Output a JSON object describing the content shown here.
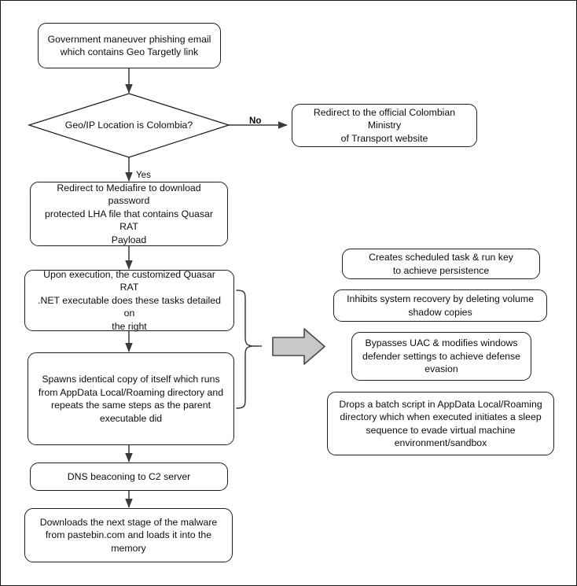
{
  "diagram": {
    "title": "Quasar RAT phishing infection chain flowchart",
    "type": "flowchart",
    "background_color": "#ffffff",
    "border_color": "#1a1a1a",
    "node_border_color": "#1f1f1f",
    "connector_color": "#3b3b3b",
    "block_arrow_fill": "#c8c8c8",
    "block_arrow_stroke": "#4a4a4a"
  },
  "nodes": {
    "phishing_email": "Government maneuver phishing email\nwhich contains Geo Targetly link",
    "geo_decision": "Geo/IP Location is Colombia?",
    "ministry_redirect": "Redirect to the official Colombian Ministry\nof Transport website",
    "mediafire": "Redirect to Mediafire to download password\nprotected LHA file that contains Quasar RAT\nPayload",
    "upon_execution": "Upon execution, the customized Quasar RAT\n.NET executable does these tasks detailed on\nthe right",
    "spawns_copy": "Spawns identical copy of itself which runs\nfrom AppData Local/Roaming directory and\nrepeats the same steps as the parent\nexecutable did",
    "dns_beaconing": "DNS beaconing to C2 server",
    "downloads_next_stage": "Downloads the next stage of the malware\nfrom pastebin.com and loads it into the\nmemory",
    "task_persistence": "Creates scheduled task & run key\nto achieve persistence",
    "task_shadow_copies": "Inhibits system recovery by deleting volume\nshadow copies",
    "task_uac_bypass": "Bypasses UAC & modifies windows\ndefender settings to achieve defense\nevasion",
    "task_batch_script": "Drops a batch script in AppData Local/Roaming\ndirectory which when executed initiates a sleep\nsequence to evade virtual machine\nenvironment/sandbox"
  },
  "edge_labels": {
    "no": "No",
    "yes": "Yes"
  }
}
